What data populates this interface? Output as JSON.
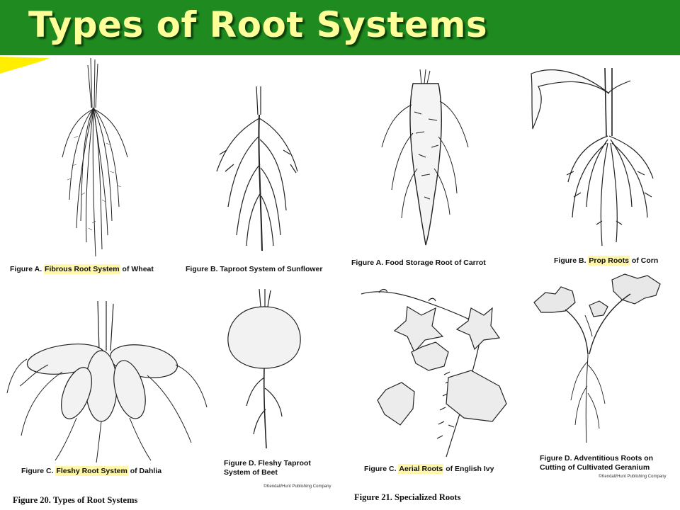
{
  "page": {
    "title": "Types of Root Systems"
  },
  "captions": {
    "fibrous": {
      "prefix": "Figure A. ",
      "highlight": "Fibrous Root System",
      "suffix": " of Wheat"
    },
    "taproot": {
      "text": "Figure B. Taproot System of Sunflower"
    },
    "carrot": {
      "text": "Figure A. Food Storage Root of Carrot"
    },
    "corn": {
      "prefix": "Figure B. ",
      "highlight": "Prop Roots",
      "suffix": " of Corn"
    },
    "dahlia": {
      "prefix": "Figure C. ",
      "highlight": "Fleshy Root System",
      "suffix": " of Dahlia"
    },
    "beet": {
      "line1": "Figure D. Fleshy Taproot",
      "line2": "System of Beet"
    },
    "ivy": {
      "prefix": "Figure C. ",
      "highlight": "Aerial Roots",
      "suffix": " of English Ivy"
    },
    "geranium": {
      "line1": "Figure D. Adventitious Roots on",
      "line2": "Cutting of Cultivated Geranium"
    }
  },
  "figure_titles": {
    "fig20": "Figure 20. Types of Root Systems",
    "fig21": "Figure 21. Specialized Roots"
  },
  "credits": {
    "left": "©Kendall/Hunt Publishing Company",
    "right": "©Kendall/Hunt Publishing Company"
  },
  "colors": {
    "title_bar": "#1f8a1f",
    "title_text": "#ffff99",
    "highlight": "#fff6a8",
    "accent": "#ffee00"
  }
}
